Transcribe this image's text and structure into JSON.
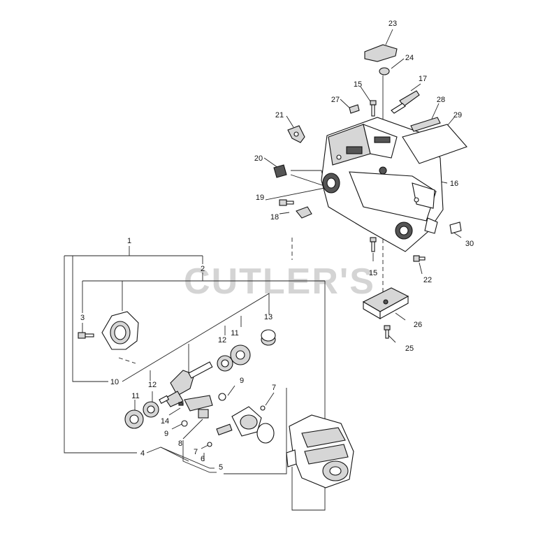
{
  "watermark": "CUTLER'S",
  "callouts": {
    "c1": "1",
    "c2": "2",
    "c3": "3",
    "c4": "4",
    "c5": "5",
    "c6": "6",
    "c7a": "7",
    "c7b": "7",
    "c8": "8",
    "c9a": "9",
    "c9b": "9",
    "c10": "10",
    "c11a": "11",
    "c11b": "11",
    "c12a": "12",
    "c12b": "12",
    "c13": "13",
    "c14": "14",
    "c15a": "15",
    "c15b": "15",
    "c16": "16",
    "c17": "17",
    "c18": "18",
    "c19": "19",
    "c20": "20",
    "c21": "21",
    "c22": "22",
    "c23": "23",
    "c24": "24",
    "c25": "25",
    "c26": "26",
    "c27": "27",
    "c28": "28",
    "c29": "29",
    "c30": "30"
  }
}
